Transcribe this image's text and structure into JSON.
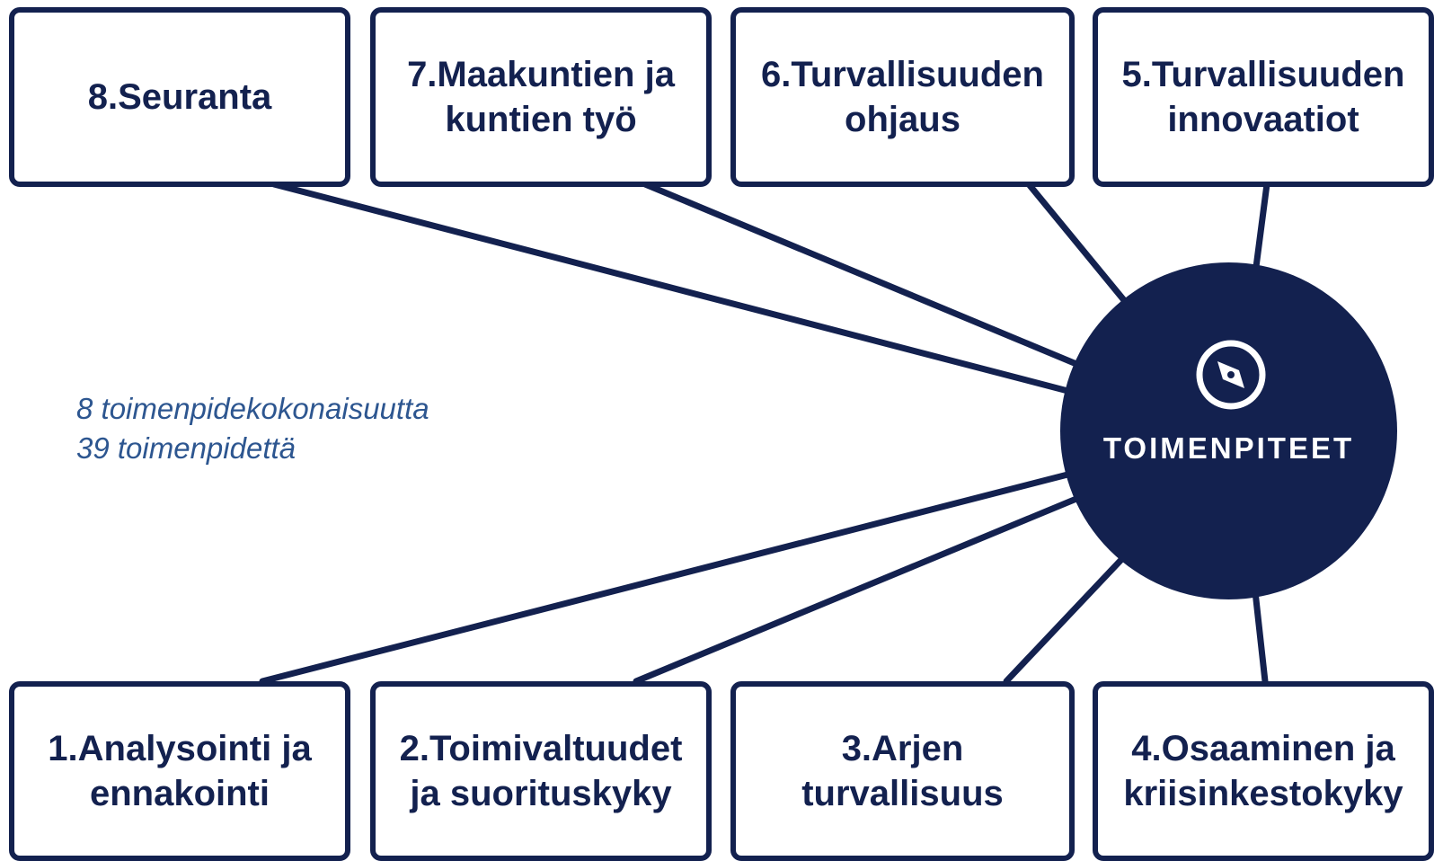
{
  "colors": {
    "primary": "#13214f",
    "note": "#2d5690",
    "background": "#ffffff"
  },
  "hub": {
    "title": "TOIMENPITEET",
    "icon": "compass-icon"
  },
  "note": {
    "line1": "8 toimenpidekokonaisuutta",
    "line2": "39 toimenpidettä"
  },
  "boxes": {
    "b1": "1.Analysointi ja\nennakointi",
    "b2": "2.Toimivaltuudet\nja suorituskyky",
    "b3": "3.Arjen\nturvallisuus",
    "b4": "4.Osaaminen ja\nkriisinkestokyky",
    "b5": "5.Turvallisuuden\ninnovaatiot",
    "b6": "6.Turvallisuuden\nohjaus",
    "b7": "7.Maakuntien ja\nkuntien työ",
    "b8": "8.Seuranta"
  }
}
